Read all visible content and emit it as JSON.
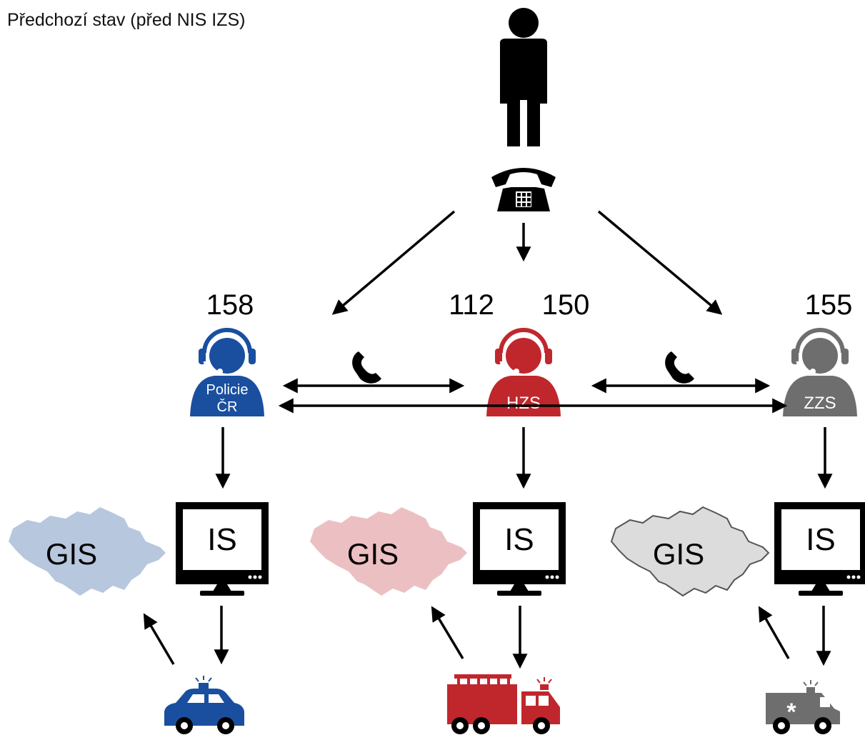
{
  "title": "Předchozí stav (před NIS IZS)",
  "numbers": {
    "police": "158",
    "center_a": "112",
    "center_b": "150",
    "medical": "155"
  },
  "operators": {
    "police": {
      "line1": "Policie",
      "line2": "ČR",
      "color": "#1a4fa0"
    },
    "fire": {
      "line1": "HZS",
      "color": "#c0272d"
    },
    "medical": {
      "line1": "ZZS",
      "color": "#6e6e6e"
    }
  },
  "systems": {
    "police": {
      "gis": "GIS",
      "is": "IS",
      "map_color": "#b7c7dd"
    },
    "fire": {
      "gis": "GIS",
      "is": "IS",
      "map_color": "#ecc0c2"
    },
    "medical": {
      "gis": "GIS",
      "is": "IS",
      "map_color": "#dcdcdc"
    }
  },
  "vehicles": {
    "police_color": "#1a4fa0",
    "fire_color": "#c0272d",
    "ambulance_color": "#6e6e6e"
  },
  "icons": [
    "person-icon",
    "telephone-icon",
    "headset-operator-icon",
    "handset-icon",
    "monitor-icon",
    "map-icon",
    "police-car-icon",
    "fire-truck-icon",
    "ambulance-icon"
  ]
}
